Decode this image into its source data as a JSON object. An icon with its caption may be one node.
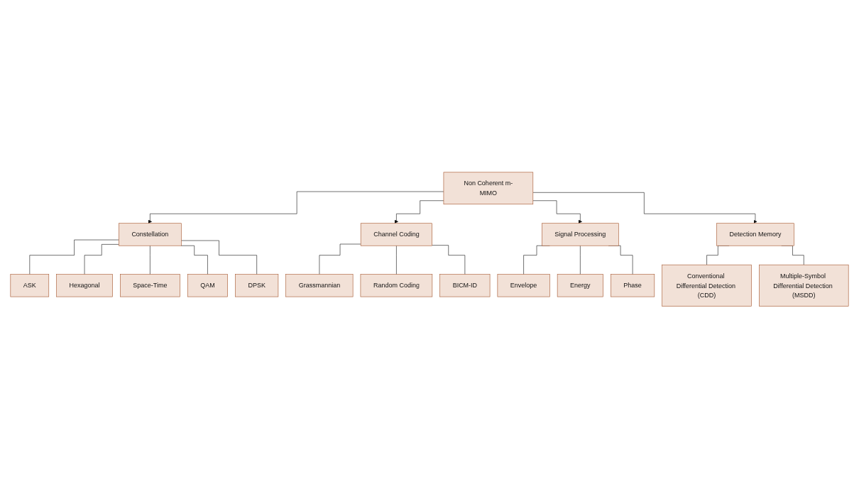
{
  "diagram": {
    "nodes": [
      {
        "text": [
          "Non Coherent m-MIMO"
        ]
      },
      {
        "text": [
          "Constellation"
        ]
      },
      {
        "text": [
          "ASK"
        ]
      },
      {
        "text": [
          "Hexagonal"
        ]
      },
      {
        "text": [
          "Space-Time"
        ]
      },
      {
        "text": [
          "QAM"
        ]
      },
      {
        "text": [
          "DPSK"
        ]
      },
      {
        "text": [
          "Channel Coding"
        ]
      },
      {
        "text": [
          "Grassmannian"
        ]
      },
      {
        "text": [
          "Random Coding"
        ]
      },
      {
        "text": [
          "BICM-ID"
        ]
      },
      {
        "text": [
          "Signal Processing"
        ]
      },
      {
        "text": [
          "Envelope"
        ]
      },
      {
        "text": [
          "Energy"
        ]
      },
      {
        "text": [
          "Phase"
        ]
      },
      {
        "text": [
          "Detection Memory"
        ]
      },
      {
        "text": [
          "Conventional Differential Detection (CDD)"
        ]
      },
      {
        "text": [
          "Multiple-Symbol Differential Detection (MSDD)"
        ]
      }
    ],
    "edges": [
      {
        "from": 0,
        "to": 1,
        "arrow": "to"
      },
      {
        "from": 0,
        "to": 7,
        "arrow": "to"
      },
      {
        "from": 0,
        "to": 11,
        "arrow": "to"
      },
      {
        "from": 0,
        "to": 15,
        "arrow": "to"
      },
      {
        "from": 1,
        "to": 2,
        "arrow": "none"
      },
      {
        "from": 1,
        "to": 3,
        "arrow": "none"
      },
      {
        "from": 1,
        "to": 4,
        "arrow": "none"
      },
      {
        "from": 1,
        "to": 5,
        "arrow": "none"
      },
      {
        "from": 1,
        "to": 6,
        "arrow": "none"
      },
      {
        "from": 7,
        "to": 8,
        "arrow": "none"
      },
      {
        "from": 7,
        "to": 9,
        "arrow": "none"
      },
      {
        "from": 7,
        "to": 10,
        "arrow": "none"
      },
      {
        "from": 11,
        "to": 12,
        "arrow": "none"
      },
      {
        "from": 11,
        "to": 13,
        "arrow": "none"
      },
      {
        "from": 11,
        "to": 14,
        "arrow": "none"
      },
      {
        "from": 15,
        "to": 16,
        "arrow": "none"
      },
      {
        "from": 15,
        "to": 17,
        "arrow": "none"
      }
    ]
  }
}
